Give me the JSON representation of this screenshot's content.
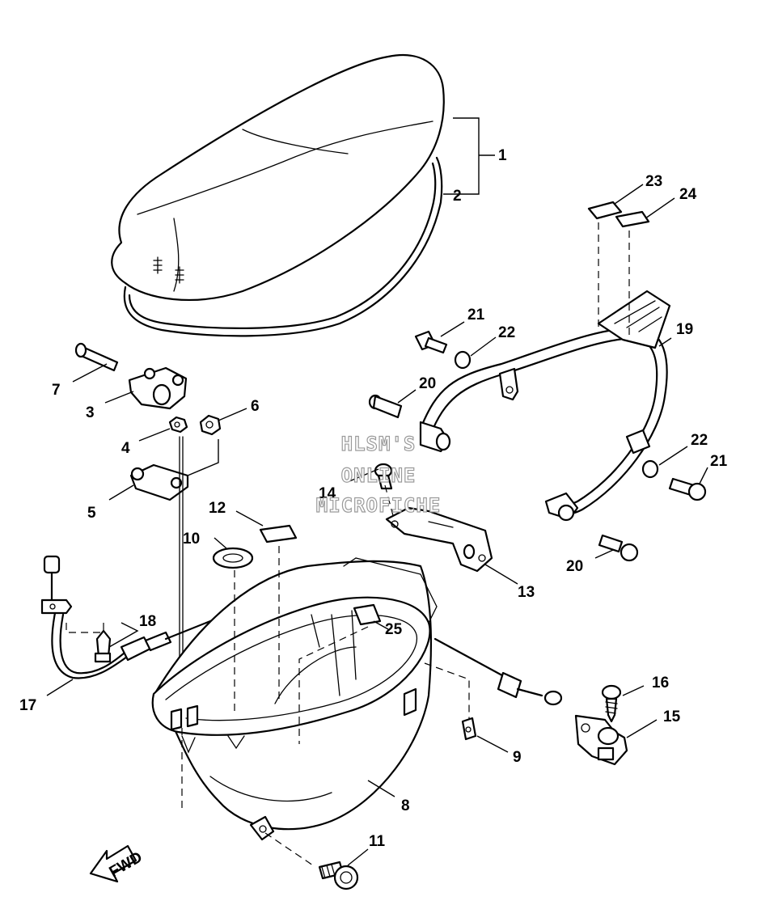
{
  "callouts": {
    "c1": "1",
    "c2": "2",
    "c3": "3",
    "c4": "4",
    "c5": "5",
    "c6": "6",
    "c7": "7",
    "c8": "8",
    "c9": "9",
    "c10": "10",
    "c11": "11",
    "c12": "12",
    "c13": "13",
    "c14": "14",
    "c15": "15",
    "c16": "16",
    "c17": "17",
    "c18": "18",
    "c19": "19",
    "c20a": "20",
    "c20b": "20",
    "c21a": "21",
    "c21b": "21",
    "c22a": "22",
    "c22b": "22",
    "c23": "23",
    "c24": "24",
    "c25": "25"
  },
  "watermark": {
    "line1": "HLSM'S",
    "line2": "ONLINE",
    "line3": "MICROFICHE"
  },
  "direction_arrow": {
    "label": "FWD"
  }
}
